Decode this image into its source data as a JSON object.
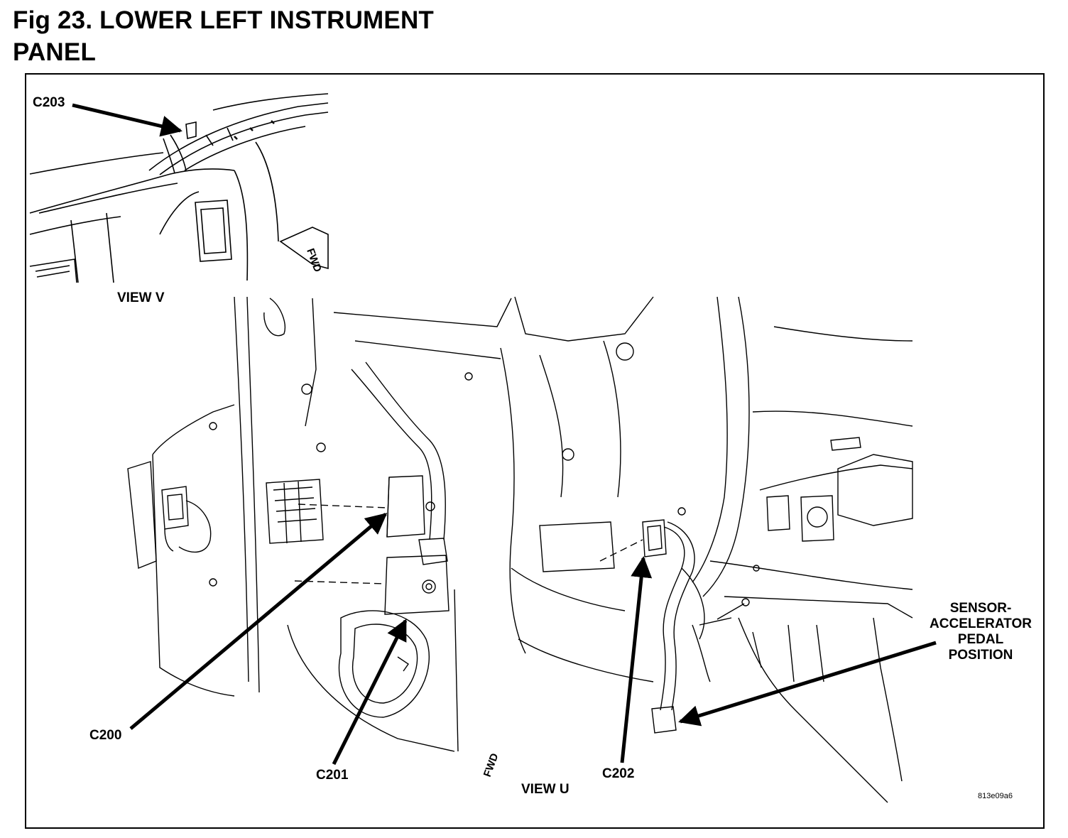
{
  "figure": {
    "title_line1": "Fig 23. LOWER LEFT INSTRUMENT",
    "title_line2": "PANEL"
  },
  "views": {
    "upper": "VIEW V",
    "lower": "VIEW U"
  },
  "direction_tags": {
    "upper": "FWD",
    "lower": "FWD"
  },
  "callouts": {
    "c203": "C203",
    "c200": "C200",
    "c201": "C201",
    "c202": "C202",
    "sensor": {
      "line1": "SENSOR-",
      "line2": "ACCELERATOR",
      "line3": "PEDAL",
      "line4": "POSITION"
    }
  },
  "drawing_code": "813e09a6"
}
